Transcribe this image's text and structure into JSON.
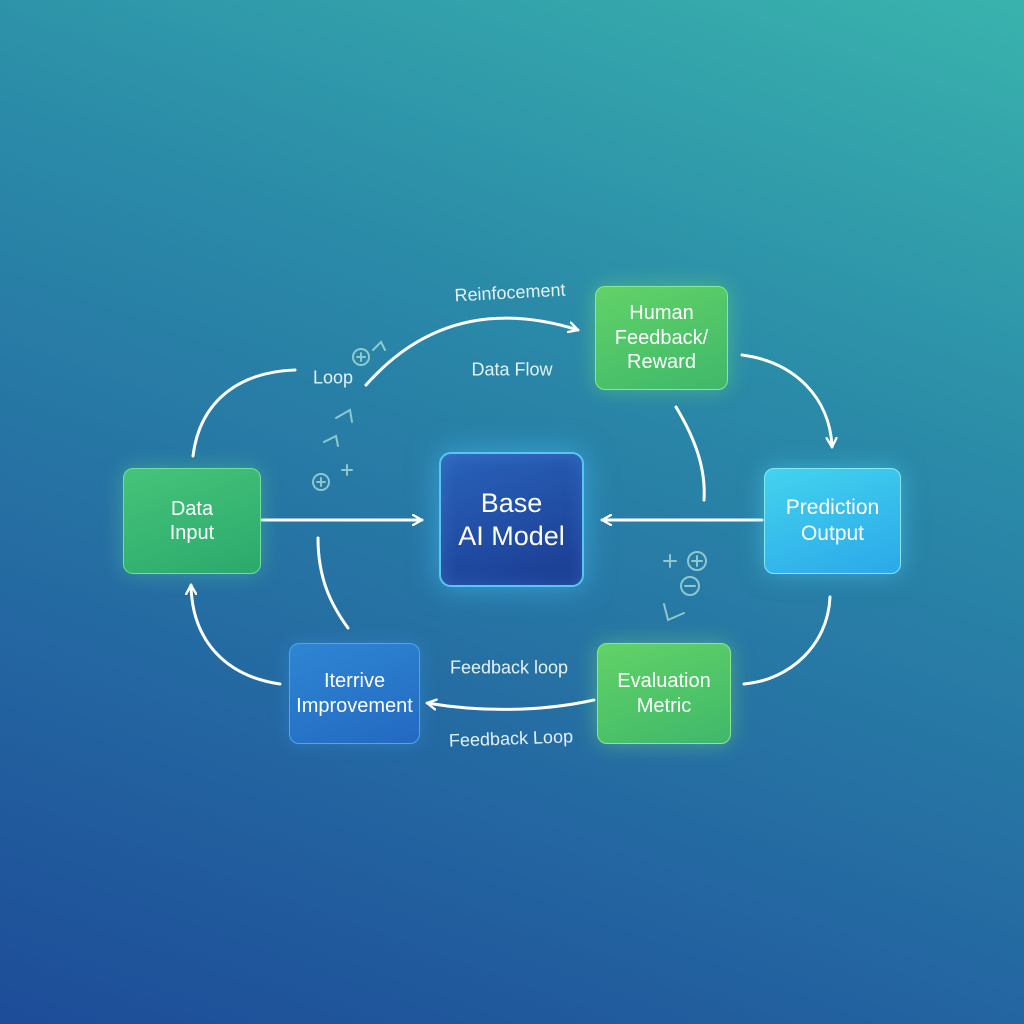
{
  "nodes": {
    "data_input": {
      "line1": "Data",
      "line2": "Input"
    },
    "human_feedback": {
      "line1": "Human",
      "line2": "Feedback/",
      "line3": "Reward"
    },
    "base_model": {
      "line1": "Base",
      "line2": "AI Model"
    },
    "prediction_output": {
      "line1": "Prediction",
      "line2": "Output"
    },
    "evaluation_metric": {
      "line1": "Evaluation",
      "line2": "Metric"
    },
    "iterative_improvement": {
      "line1": "Iterrive",
      "line2": "Improvement"
    }
  },
  "labels": {
    "reinforcement": "Reinfocement",
    "loop": "Loop",
    "data_flow": "Data Flow",
    "feedback_loop_upper": "Feedback loop",
    "feedback_loop_lower": "Feedback Loop"
  },
  "colors": {
    "green": "#4fc46a",
    "cyan": "#3cc2ee",
    "core_blue": "#1f4aa3",
    "arrow": "#ffffff"
  }
}
